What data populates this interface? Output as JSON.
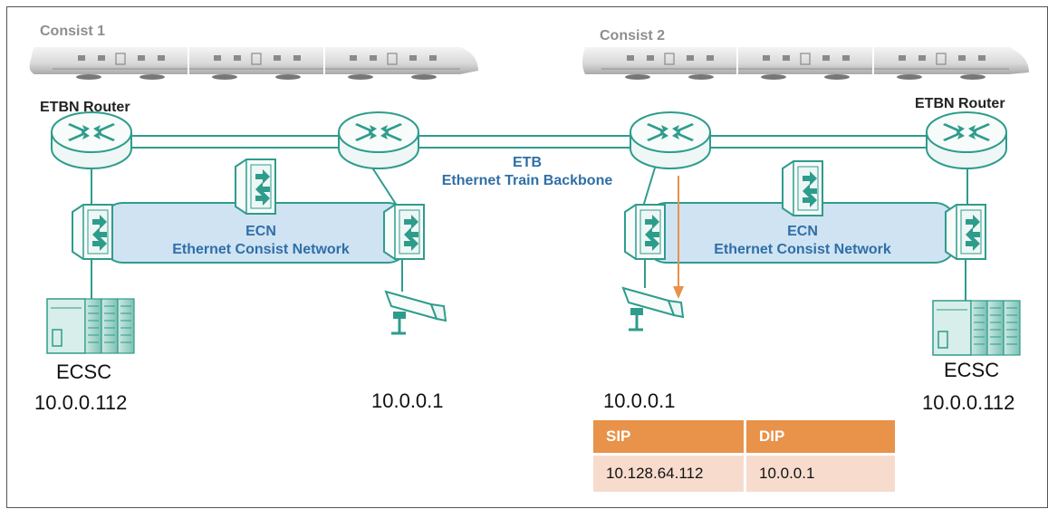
{
  "consists": [
    {
      "label": "Consist 1"
    },
    {
      "label": "Consist 2"
    }
  ],
  "routers": {
    "left_label": "ETBN Router",
    "right_label": "ETBN Router"
  },
  "backbone": {
    "abbr": "ETB",
    "name": "Ethernet Train Backbone"
  },
  "consist_networks": [
    {
      "abbr": "ECN",
      "name": "Ethernet Consist Network"
    },
    {
      "abbr": "ECN",
      "name": "Ethernet Consist Network"
    }
  ],
  "devices": {
    "ecsc_left": {
      "label": "ECSC",
      "ip": "10.0.0.112"
    },
    "camera_left": {
      "ip": "10.0.0.1"
    },
    "camera_right": {
      "ip": "10.0.0.1"
    },
    "ecsc_right": {
      "label": "ECSC",
      "ip": "10.0.0.112"
    }
  },
  "packet_table": {
    "headers": [
      "SIP",
      "DIP"
    ],
    "row": [
      "10.128.64.112",
      "10.0.0.1"
    ]
  },
  "colors": {
    "teal": "#2e9c8c",
    "teal_light": "#e6f4f1",
    "ecn_fill": "#cfe3f3",
    "accent_orange": "#e8924a",
    "label_blue": "#2f6fa6"
  }
}
